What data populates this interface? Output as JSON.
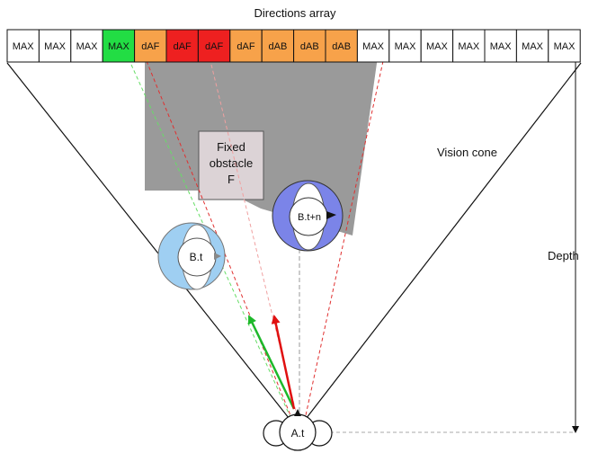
{
  "title": "Directions array",
  "cells": [
    {
      "label": "MAX",
      "color": "#ffffff"
    },
    {
      "label": "MAX",
      "color": "#ffffff"
    },
    {
      "label": "MAX",
      "color": "#ffffff"
    },
    {
      "label": "MAX",
      "color": "#22dd44"
    },
    {
      "label": "dAF",
      "color": "#f7a24a"
    },
    {
      "label": "dAF",
      "color": "#ee2020"
    },
    {
      "label": "dAF",
      "color": "#ee2020"
    },
    {
      "label": "dAF",
      "color": "#f7a24a"
    },
    {
      "label": "dAB",
      "color": "#f7a24a"
    },
    {
      "label": "dAB",
      "color": "#f7a24a"
    },
    {
      "label": "dAB",
      "color": "#f7a24a"
    },
    {
      "label": "MAX",
      "color": "#ffffff"
    },
    {
      "label": "MAX",
      "color": "#ffffff"
    },
    {
      "label": "MAX",
      "color": "#ffffff"
    },
    {
      "label": "MAX",
      "color": "#ffffff"
    },
    {
      "label": "MAX",
      "color": "#ffffff"
    },
    {
      "label": "MAX",
      "color": "#ffffff"
    },
    {
      "label": "MAX",
      "color": "#ffffff"
    }
  ],
  "labels": {
    "vision_cone": "Vision cone",
    "depth": "Depth",
    "obstacle": [
      "Fixed",
      "obstacle",
      "F"
    ],
    "agent_bt": "B.t",
    "agent_btn": "B.t+n",
    "agent_at": "A.t"
  },
  "colors": {
    "cone_shade": "#9a9a9a",
    "obstacle_fill": "#dcd3d6",
    "agent_bt_fill": "#9fcff2",
    "agent_btn_fill": "#7b84e8",
    "arrow_red": "#e01010",
    "arrow_green": "#1db82a",
    "dash_red": "#e03030",
    "dash_green": "#66dd66"
  }
}
